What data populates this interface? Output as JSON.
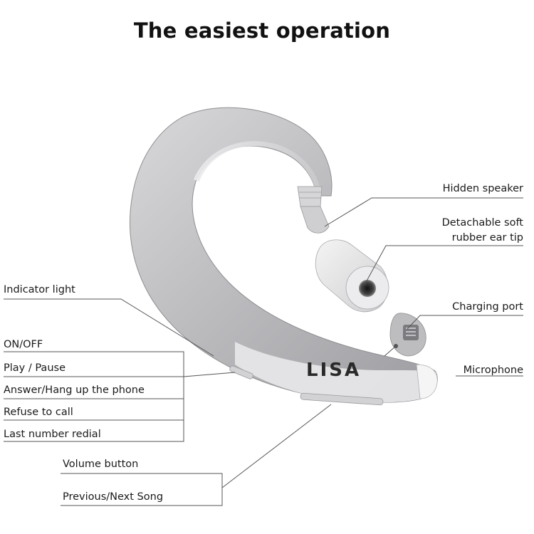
{
  "title": "The easiest operation",
  "brand": {
    "logo_text": "LISA"
  },
  "labels": {
    "hidden_speaker": "Hidden speaker",
    "detachable_line1": "Detachable soft",
    "detachable_line2": "rubber ear tip",
    "charging_port": "Charging port",
    "microphone": "Microphone",
    "indicator_light": "Indicator light",
    "on_off": "ON/OFF",
    "play_pause": "Play / Pause",
    "answer_hang": "Answer/Hang up the phone",
    "refuse": "Refuse to call",
    "last_redial": "Last number redial",
    "volume_button": "Volume button",
    "prev_next": "Previous/Next Song"
  },
  "colors": {
    "device_body": "#b8b8ba",
    "device_highlight": "#e4e4e6",
    "device_shadow": "#8e8e92",
    "line": "#555555"
  }
}
